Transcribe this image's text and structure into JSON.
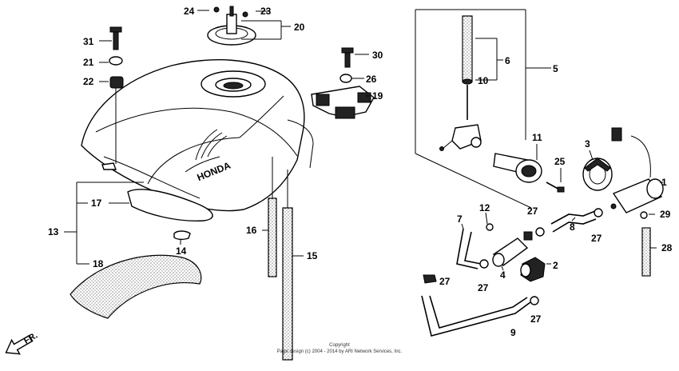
{
  "callouts": {
    "c1": "1",
    "c2": "2",
    "c3": "3",
    "c4": "4",
    "c5": "5",
    "c6": "6",
    "c7": "7",
    "c8": "8",
    "c9": "9",
    "c10": "10",
    "c11": "11",
    "c12": "12",
    "c13": "13",
    "c14": "14",
    "c15": "15",
    "c16": "16",
    "c17": "17",
    "c18": "18",
    "c19": "19",
    "c20": "20",
    "c21": "21",
    "c22": "22",
    "c23": "23",
    "c24": "24",
    "c25": "25",
    "c26": "26",
    "c27": "27",
    "c28": "28",
    "c29": "29",
    "c30": "30",
    "c31": "31"
  },
  "direction": "FR.",
  "brand": "HONDA",
  "copyright": {
    "line1": "Copyright",
    "line2": "Page design (c) 2004 - 2014 by ARI Network Services, Inc."
  }
}
